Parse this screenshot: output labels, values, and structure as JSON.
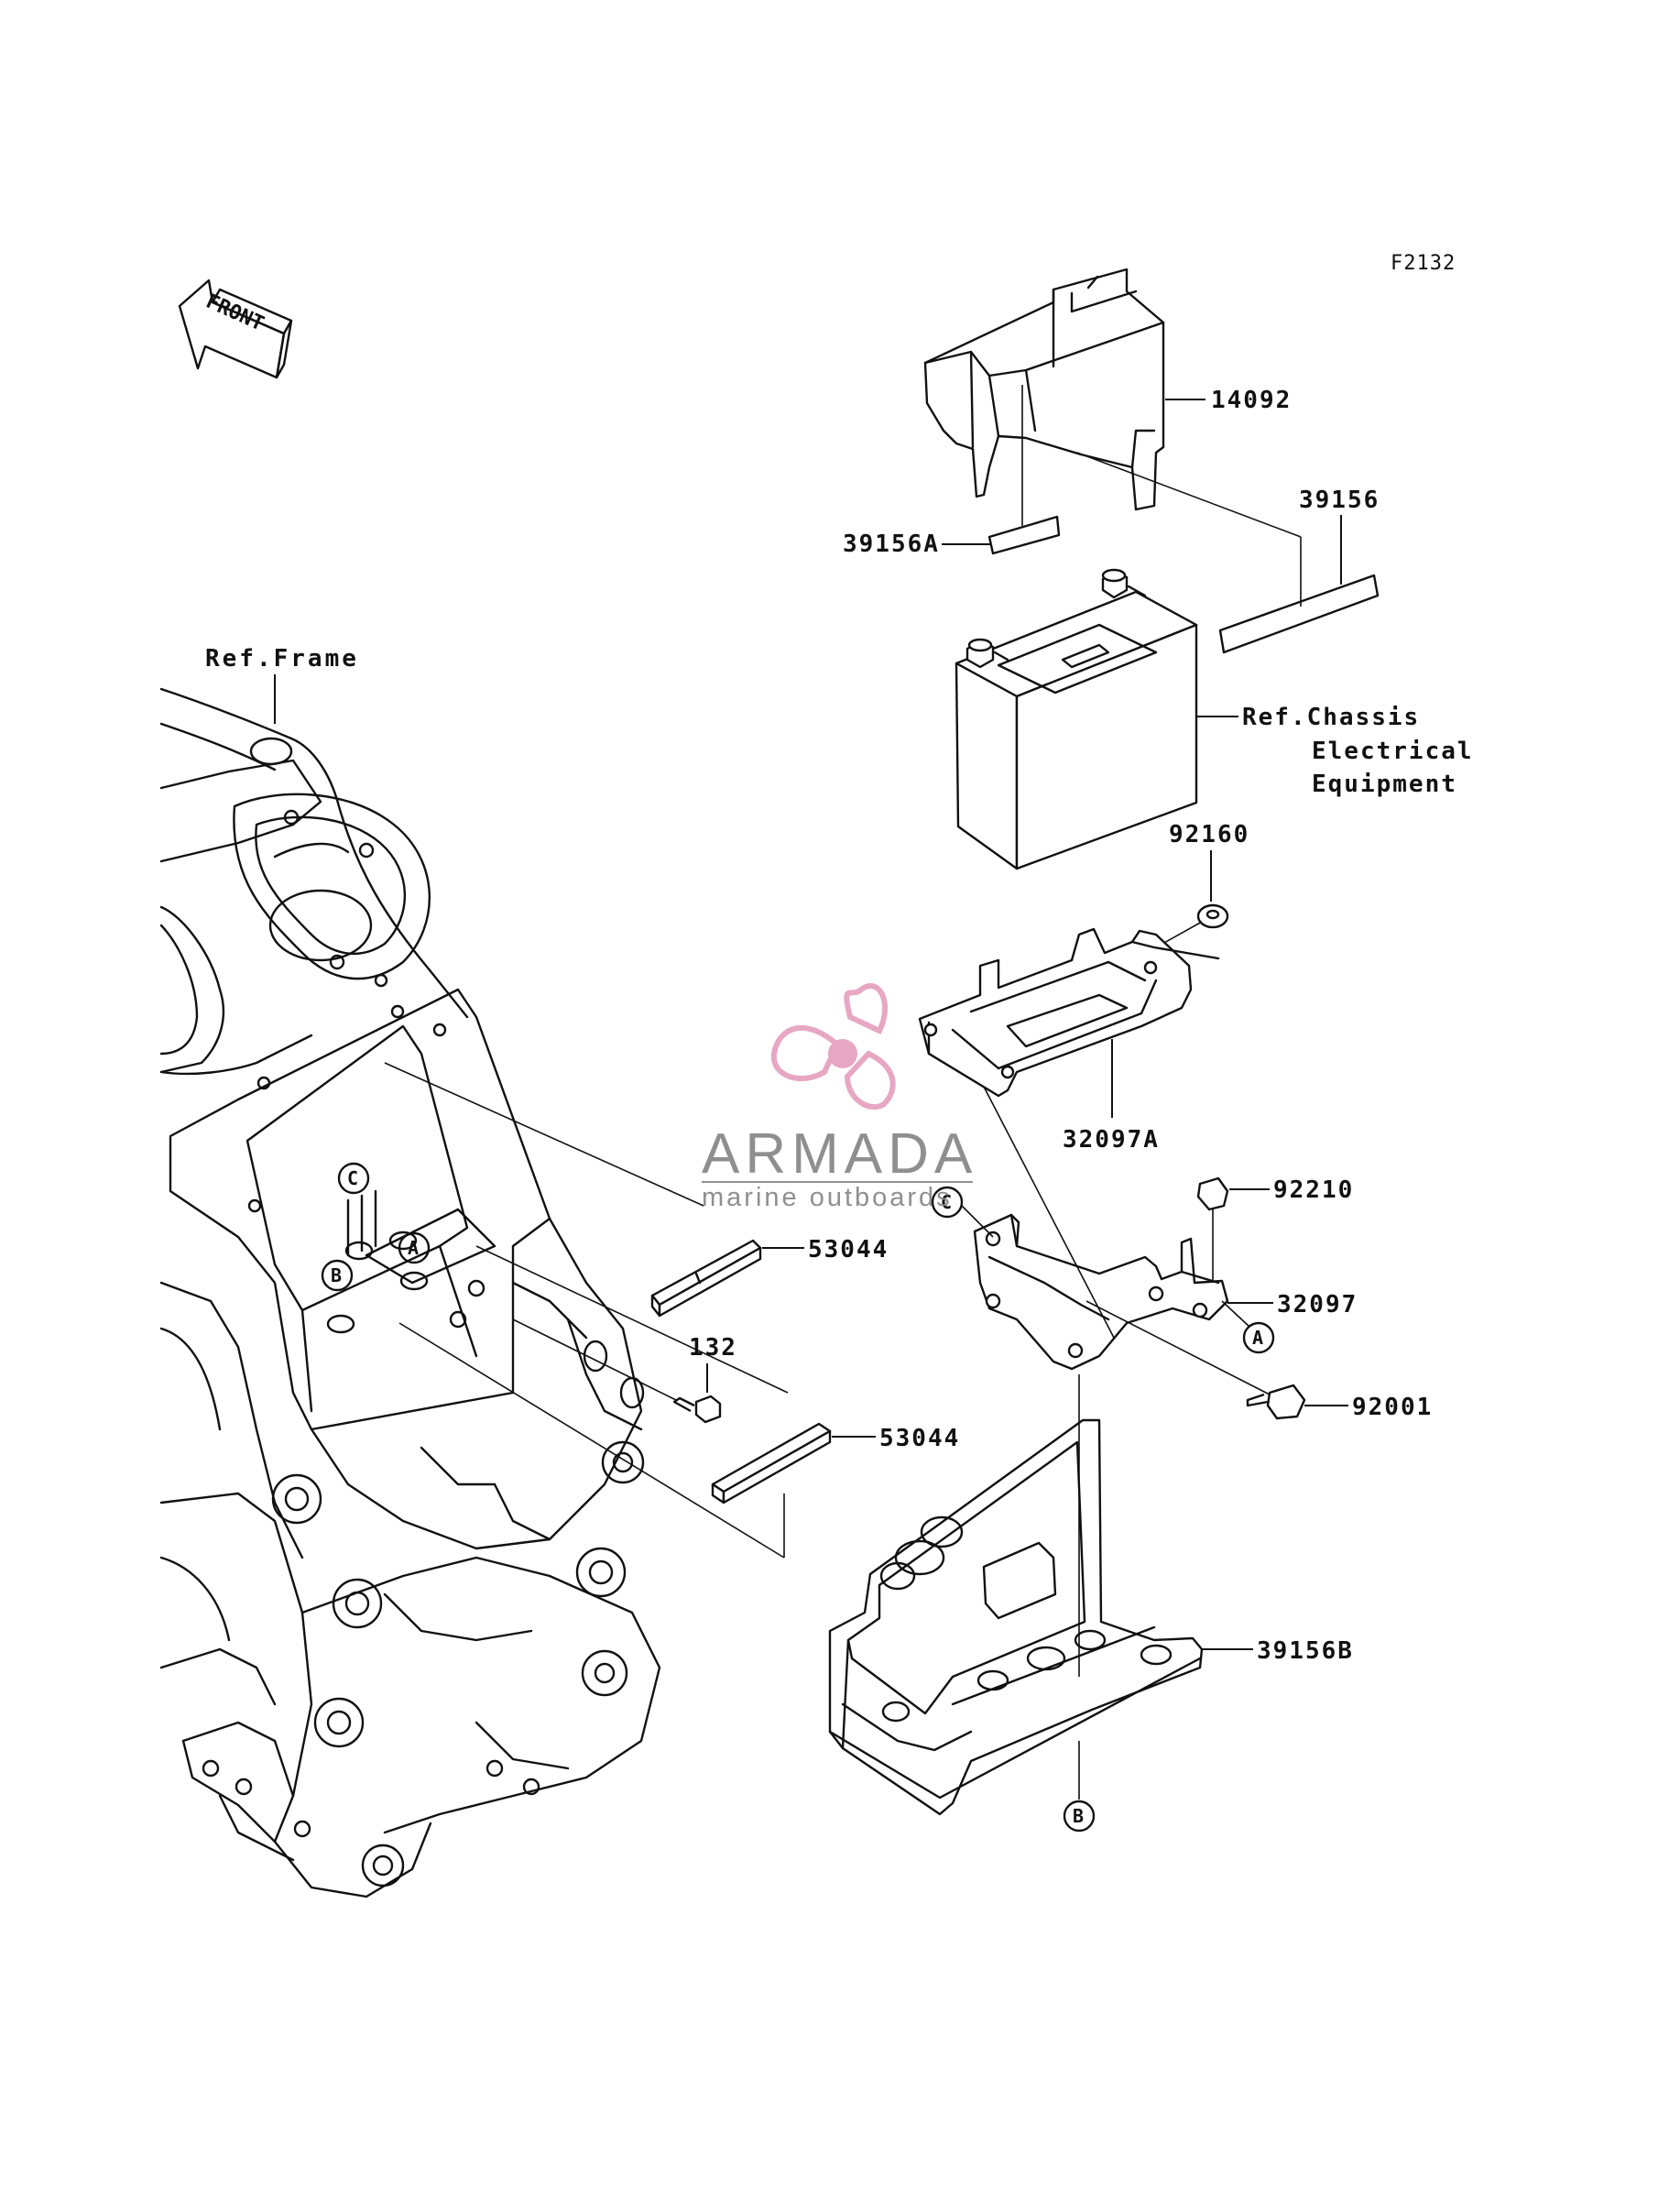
{
  "diagram_code": "F2132",
  "front_marker": "FRONT",
  "references": {
    "frame": "Ref.Frame",
    "chassis": [
      "Ref.Chassis",
      "Electrical",
      "Equipment"
    ]
  },
  "parts": {
    "p14092": "14092",
    "p39156": "39156",
    "p39156A": "39156A",
    "p92160": "92160",
    "p32097A": "32097A",
    "p92210": "92210",
    "p32097": "32097",
    "p92001": "92001",
    "p53044_upper": "53044",
    "p132": "132",
    "p53044_lower": "53044",
    "p39156B": "39156B"
  },
  "callouts": {
    "A": "A",
    "B": "B",
    "C": "C"
  },
  "watermark": {
    "title": "ARMADA",
    "subtitle": "marine outboards",
    "accent_color": "#e6a3c0"
  }
}
